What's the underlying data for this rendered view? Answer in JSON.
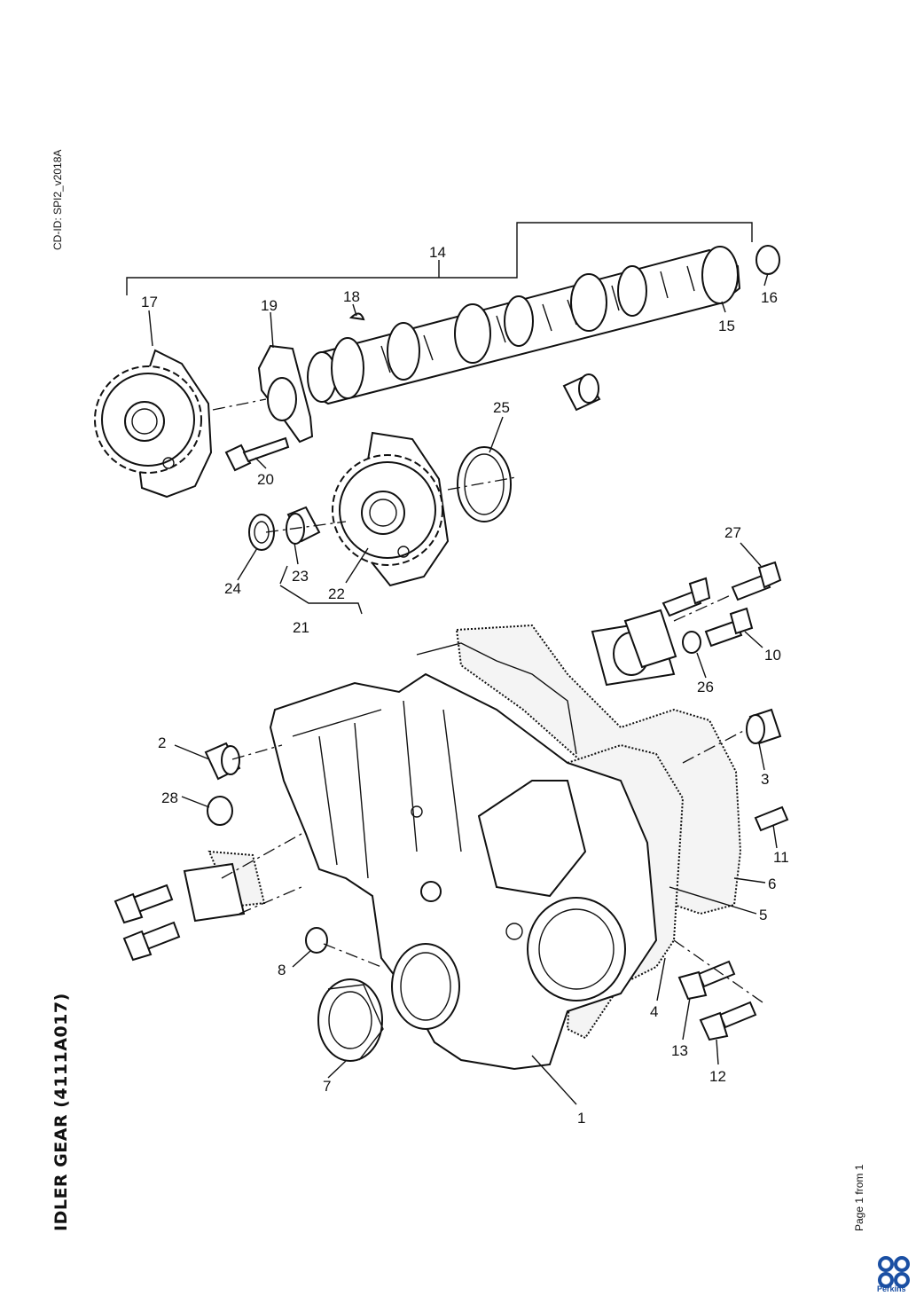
{
  "header": {
    "cd_id": "CD-ID: SPI2_v2018A",
    "title": "IDLER GEAR (4111A017)",
    "page_counter": "Page 1 from 1"
  },
  "brand": {
    "logo_icon": "perkins-logo-icon",
    "name": "Perkins",
    "color": "#1a4fa3"
  },
  "callouts": [
    "14",
    "17",
    "19",
    "18",
    "16",
    "15",
    "25",
    "20",
    "24",
    "23",
    "22",
    "21",
    "27",
    "10",
    "26",
    "2",
    "3",
    "28",
    "11",
    "6",
    "5",
    "8",
    "4",
    "7",
    "13",
    "12",
    "1"
  ]
}
